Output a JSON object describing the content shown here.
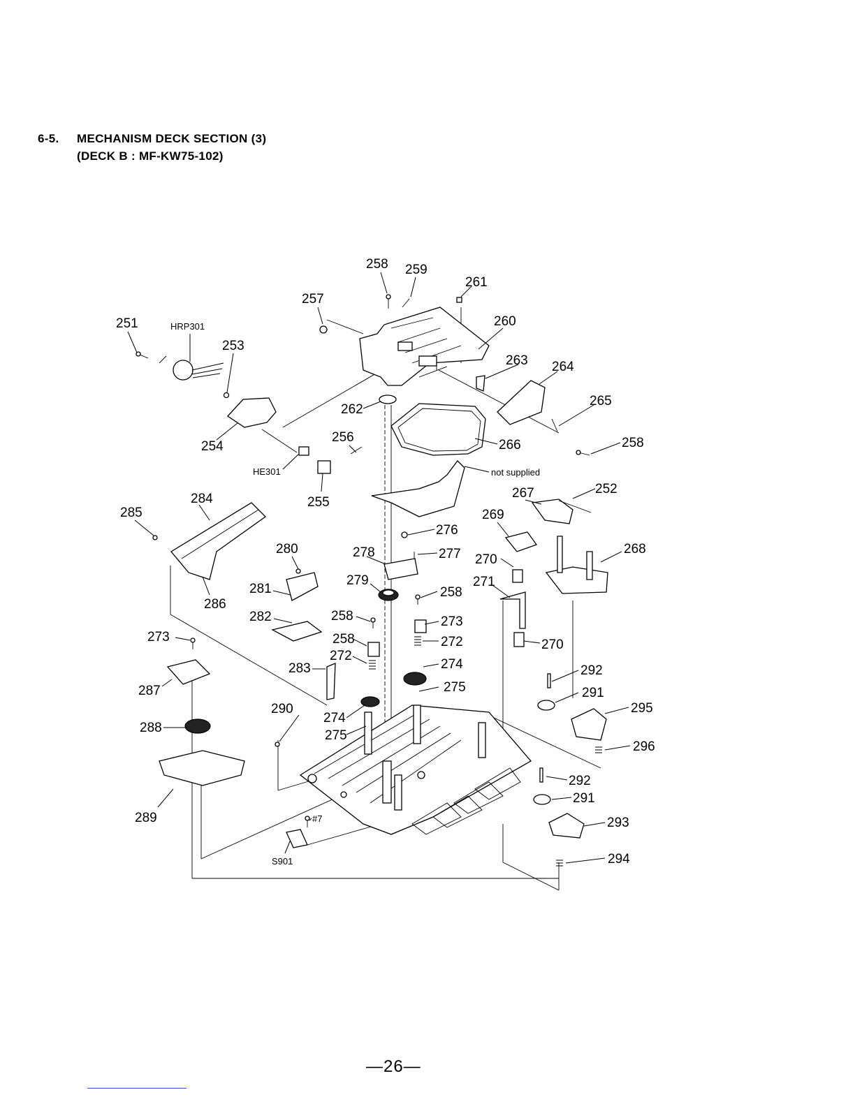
{
  "heading": {
    "number": "6-5.",
    "line1": "MECHANISM DECK SECTION (3)",
    "line2": "(DECK B : MF-KW75-102)"
  },
  "callouts": [
    "258",
    "259",
    "261",
    "257",
    "260",
    "251",
    "HRP301",
    "253",
    "263",
    "264",
    "265",
    "262",
    "256",
    "266",
    "258",
    "254",
    "HE301",
    "not supplied",
    "255",
    "284",
    "267",
    "252",
    "285",
    "269",
    "276",
    "280",
    "278",
    "277",
    "270",
    "268",
    "271",
    "279",
    "258",
    "281",
    "286",
    "282",
    "258",
    "273",
    "273",
    "258",
    "272",
    "272",
    "270",
    "274",
    "283",
    "292",
    "287",
    "275",
    "291",
    "290",
    "295",
    "288",
    "274",
    "275",
    "296",
    "292",
    "291",
    "289",
    "#7",
    "293",
    "S901",
    "294"
  ],
  "page_number": "—26—"
}
